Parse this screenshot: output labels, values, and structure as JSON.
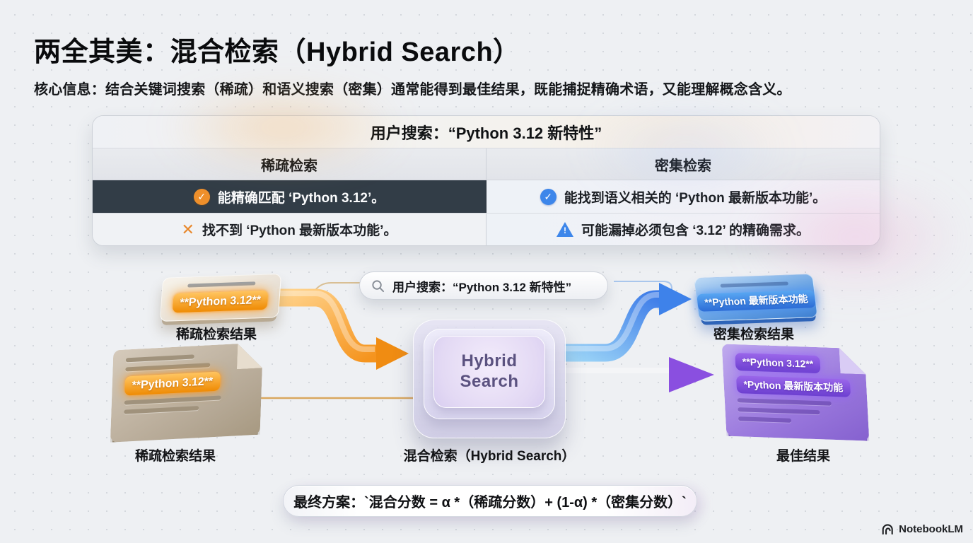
{
  "header": {
    "title": "两全其美：混合检索（Hybrid Search）",
    "key_label": "核心信息：",
    "key_text": "结合关键词搜索（稀疏）和语义搜索（密集）通常能得到最佳结果，既能捕捉精确术语，又能理解概念含义。"
  },
  "comparison_table": {
    "title": "用户搜索：“Python 3.12 新特性”",
    "col_sparse": "稀疏检索",
    "col_dense": "密集检索",
    "row1": {
      "sparse_text": "能精确匹配 ‘Python 3.12’。",
      "dense_text": "能找到语义相关的 ‘Python 最新版本功能’。"
    },
    "row2": {
      "sparse_text": "找不到 ‘Python 最新版本功能’。",
      "dense_text": "可能漏掉必须包含 ‘3.12’ 的精确需求。"
    }
  },
  "icons": {
    "check": "✓",
    "cross": "✕",
    "warning": "!"
  },
  "diagram": {
    "search_query": "用户搜索：“Python 3.12 新特性”",
    "sparse_card": {
      "tag": "**Python 3.12**",
      "label": "稀疏检索结果"
    },
    "sparse_doc": {
      "tag": "**Python 3.12**",
      "label": "稀疏检索结果"
    },
    "hybrid": {
      "line1": "Hybrid",
      "line2": "Search",
      "label": "混合检索（Hybrid Search）"
    },
    "dense_card": {
      "tag": "**Python 最新版本功能",
      "label": "密集检索结果"
    },
    "best_doc": {
      "tag1": "**Python 3.12**",
      "tag2": "*Python 最新版本功能",
      "label": "最佳结果"
    }
  },
  "formula": {
    "text": "最终方案：`混合分数 = α *（稀疏分数）+ (1-α) *（密集分数）`"
  },
  "footer": {
    "brand": "NotebookLM"
  },
  "colors": {
    "accent_orange": "#EF8F2B",
    "accent_blue": "#3D86EA",
    "accent_purple": "#8A4FE0",
    "highlight_row": "#323D47",
    "background": "#EEF0F3"
  }
}
